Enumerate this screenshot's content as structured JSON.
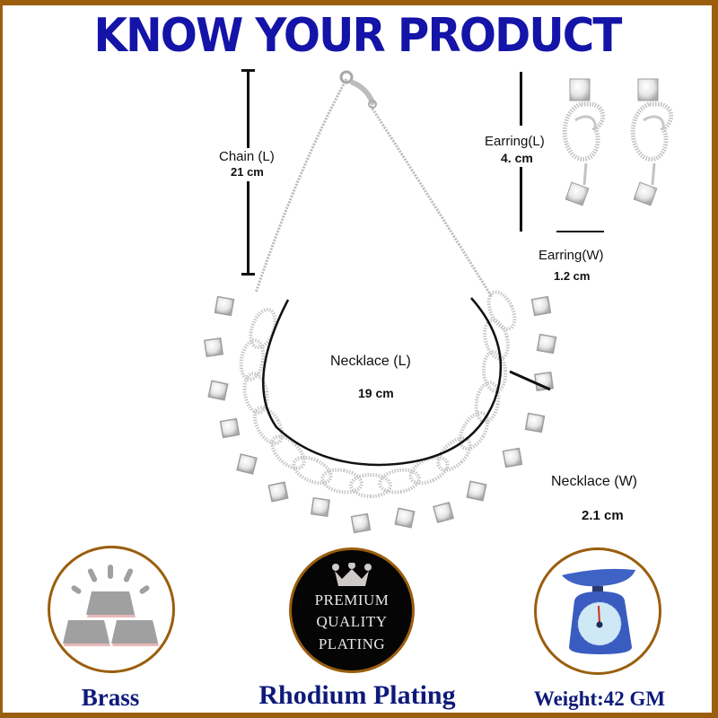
{
  "header": {
    "title": "KNOW YOUR PRODUCT",
    "title_color": "#1414a8",
    "frame_color": "#9a5e0d"
  },
  "dimensions": {
    "chain": {
      "label": "Chain (L)",
      "value": "21 cm"
    },
    "earring_length": {
      "label": "Earring(L)",
      "value": "4. cm"
    },
    "earring_width": {
      "label": "Earring(W)",
      "value": "1.2 cm"
    },
    "necklace_length": {
      "label": "Necklace (L)",
      "value": "19 cm"
    },
    "necklace_width": {
      "label": "Necklace (W)",
      "value": "2.1 cm"
    }
  },
  "product": {
    "necklace_icon": "necklace-photo",
    "earrings_icon": "earrings-photo"
  },
  "features": [
    {
      "icon": "brass-bars-icon",
      "label": "Brass"
    },
    {
      "icon": "premium-crown-badge-icon",
      "label": "Rhodium Plating",
      "badge_lines": [
        "PREMIUM",
        "QUALITY",
        "PLATING"
      ]
    },
    {
      "icon": "weighing-scale-icon",
      "label": "Weight:42 GM"
    }
  ],
  "caption_color": "#0d1a7a"
}
